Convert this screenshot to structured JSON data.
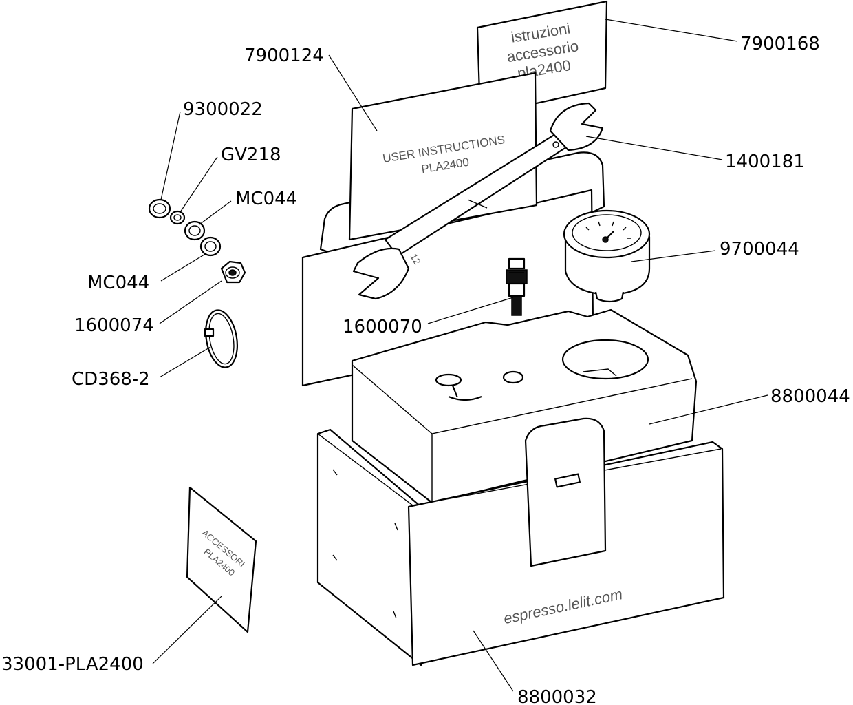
{
  "labels": {
    "p7900168": "7900168",
    "p7900124": "7900124",
    "p9300022": "9300022",
    "pGV218": "GV218",
    "pMC044a": "MC044",
    "pMC044b": "MC044",
    "p1600074": "1600074",
    "pCD368": "CD368-2",
    "p1400181": "1400181",
    "p9700044": "9700044",
    "p1600070": "1600070",
    "p8800044": "8800044",
    "p33001": "33001-PLA2400",
    "p8800032": "8800032"
  },
  "printed": {
    "istruzioni_l1": "istruzioni",
    "istruzioni_l2": "accessorio",
    "istruzioni_l3": "pla2400",
    "user_l1": "USER INSTRUCTIONS",
    "user_l2": "PLA2400",
    "accessori_l1": "ACCESSORI",
    "accessori_l2": "PLA2400",
    "wrench_size": "12",
    "box_website": "espresso.lelit.com"
  }
}
